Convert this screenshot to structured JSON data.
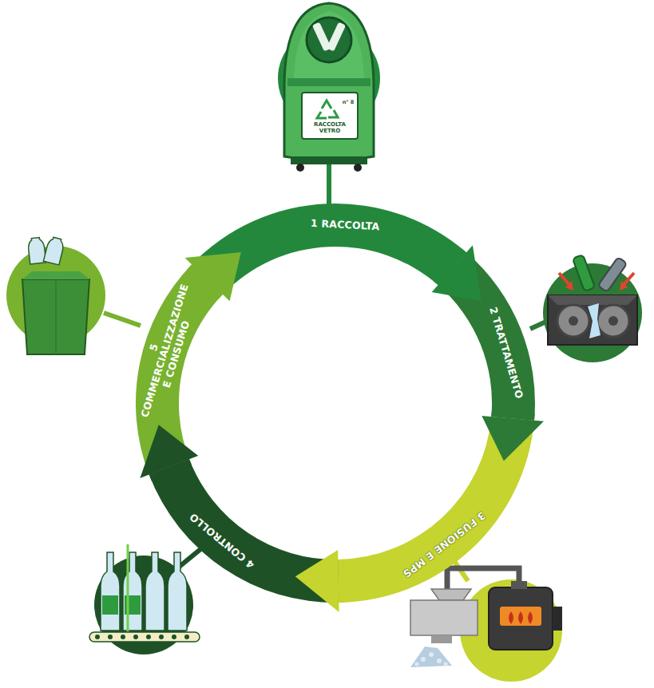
{
  "diagram": {
    "nodes": [
      {
        "text": [
          "1 RACCOLTA"
        ]
      },
      {
        "text": [
          "2 TRATTAMENTO"
        ]
      },
      {
        "text": [
          "3 FUSIONE E MPS"
        ]
      },
      {
        "text": [
          "4 CONTROLLO"
        ]
      },
      {
        "text": [
          "5 COMMERCIALIZZAZIONE E CONSUMO"
        ]
      }
    ],
    "edges": [
      {
        "from": 0,
        "to": 1,
        "arrow": "to"
      },
      {
        "from": 1,
        "to": 2,
        "arrow": "to"
      },
      {
        "from": 2,
        "to": 3,
        "arrow": "to"
      },
      {
        "from": 3,
        "to": 4,
        "arrow": "to"
      },
      {
        "from": 4,
        "to": 0,
        "arrow": "to"
      }
    ],
    "labels": [
      "RACCOLTA VETRO",
      "n° 8"
    ]
  }
}
